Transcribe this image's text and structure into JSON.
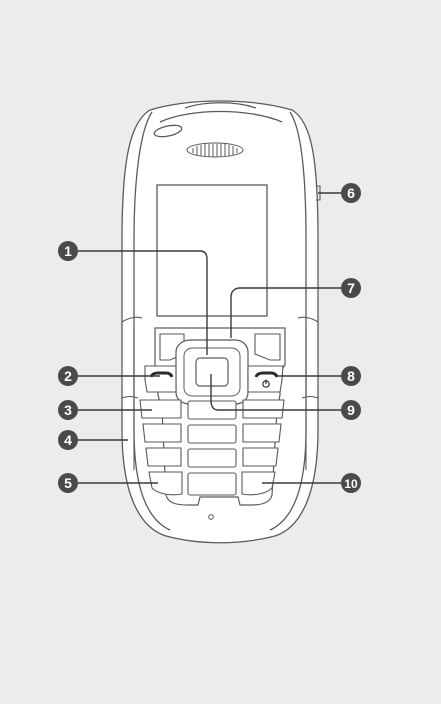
{
  "colors": {
    "background": "#ececec",
    "phone_body": "#ffffff",
    "outline": "#5a5a5a",
    "leader_line": "#3a3a3a",
    "callout_fill": "#4a4a4a",
    "callout_text": "#ffffff"
  },
  "callouts": [
    {
      "id": 1,
      "label": "1"
    },
    {
      "id": 2,
      "label": "2"
    },
    {
      "id": 3,
      "label": "3"
    },
    {
      "id": 4,
      "label": "4"
    },
    {
      "id": 5,
      "label": "5"
    },
    {
      "id": 6,
      "label": "6"
    },
    {
      "id": 7,
      "label": "7"
    },
    {
      "id": 8,
      "label": "8"
    },
    {
      "id": 9,
      "label": "9"
    },
    {
      "id": 10,
      "label": "10"
    }
  ],
  "icons": [
    "call-key-icon",
    "end-power-key-icon",
    "power-symbol-icon"
  ]
}
